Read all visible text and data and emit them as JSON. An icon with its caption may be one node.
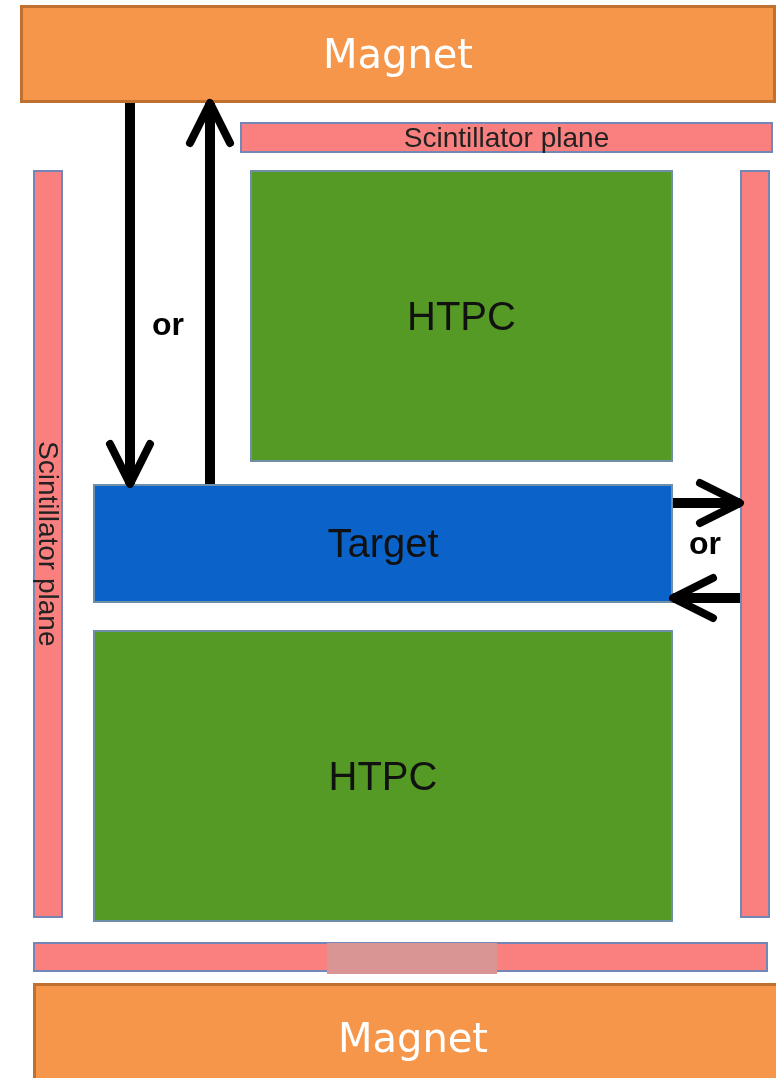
{
  "diagram": {
    "nodes": [
      {
        "text": [
          "Magnet"
        ]
      },
      {
        "text": [
          "Scintillator plane"
        ]
      },
      {
        "text": [
          "Scintillator plane"
        ]
      },
      {
        "text": [
          "HTPC"
        ]
      },
      {
        "text": [
          "Target"
        ]
      },
      {
        "text": [
          "HTPC"
        ]
      },
      {
        "text": [],
        "shape": "bar"
      },
      {
        "text": [],
        "shape": "bar"
      },
      {
        "text": [],
        "shape": "box",
        "in": 7
      },
      {
        "text": [
          "Magnet"
        ]
      }
    ],
    "edges": [
      {
        "from": 0,
        "to": 4,
        "arrow": "to"
      },
      {
        "from": 4,
        "to": 0,
        "arrow": "to"
      },
      {
        "from": 4,
        "to": 6,
        "arrow": "to"
      },
      {
        "from": 6,
        "to": 4,
        "arrow": "to"
      }
    ],
    "labels": [
      "or",
      "or"
    ]
  }
}
